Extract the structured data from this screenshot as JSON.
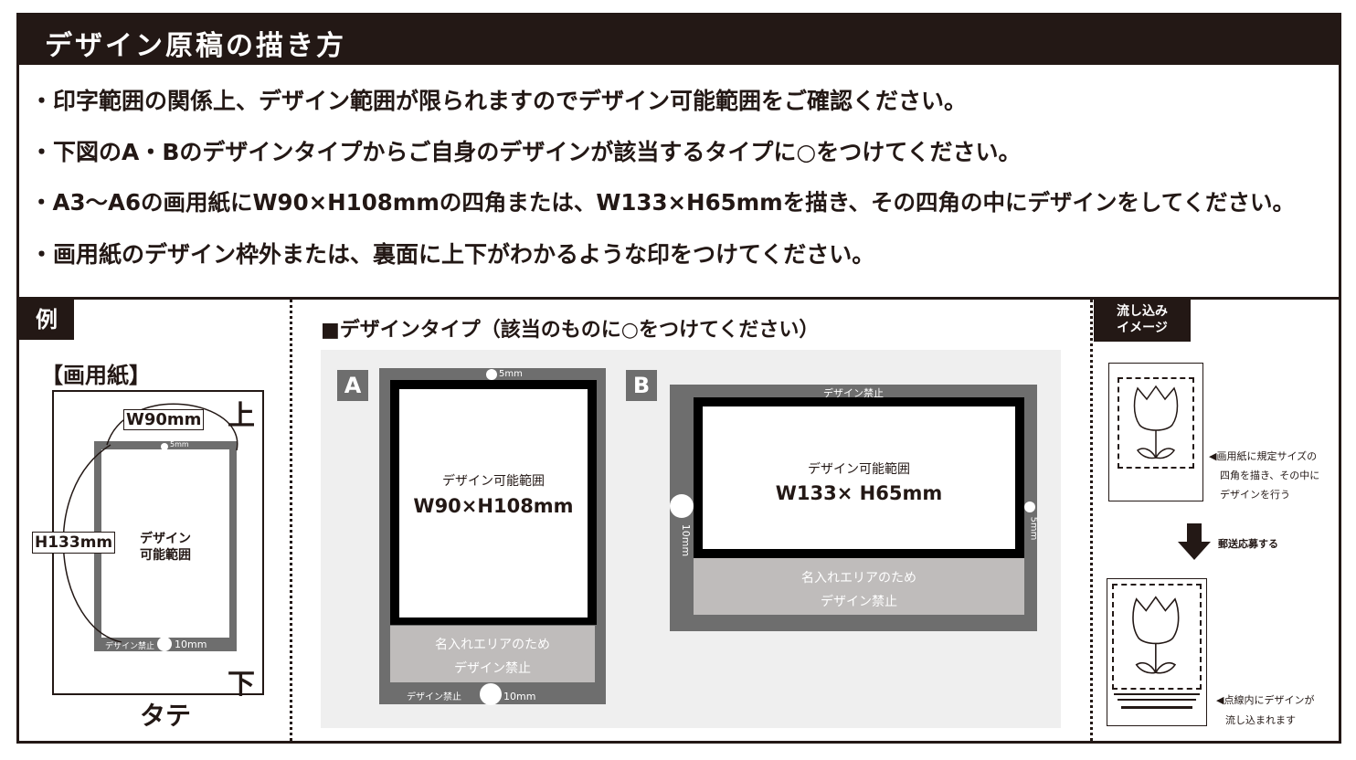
{
  "header": {
    "title": "デザイン原稿の描き方"
  },
  "instructions": [
    "・印字範囲の関係上、デザイン範囲が限られますのでデザイン可能範囲をご確認ください。",
    "・下図のA・Bのデザインタイプからご自身のデザインが該当するタイプに○をつけてください。",
    "・A3〜A6の画用紙にW90×H108mmの四角または、W133×H65mmを描き、その四角の中にデザインをしてください。",
    "・画用紙のデザイン枠外または、裏面に上下がわかるような印をつけてください。"
  ],
  "example": {
    "tag": "例",
    "paper_label": "【画用紙】",
    "width_label": "W90mm",
    "height_label": "H133mm",
    "top_mark": "上",
    "bottom_mark": "下",
    "top_margin": "5mm",
    "area_label_line1": "デザイン",
    "area_label_line2": "可能範囲",
    "forbidden": "デザイン禁止",
    "bottom_margin": "10mm",
    "orientation": "タテ"
  },
  "types": {
    "heading": "■デザインタイプ（該当のものに○をつけてください）",
    "a": {
      "letter": "A",
      "top_margin": "5mm",
      "area_label": "デザイン可能範囲",
      "size": "W90×H108mm",
      "name_line1": "名入れエリアのため",
      "name_line2": "デザイン禁止",
      "forbidden": "デザイン禁止",
      "bottom_margin": "10mm"
    },
    "b": {
      "letter": "B",
      "forbidden_top": "デザイン禁止",
      "area_label": "デザイン可能範囲",
      "size": "W133× H65mm",
      "left_margin": "10mm",
      "right_margin": "5mm",
      "name_line1": "名入れエリアのため",
      "name_line2": "デザイン禁止"
    }
  },
  "flow": {
    "tag_line1": "流し込み",
    "tag_line2": "イメージ",
    "step1_line1": "◀画用紙に規定サイズの",
    "step1_line2": "四角を描き、その中に",
    "step1_line3": "デザインを行う",
    "mail_label": "郵送応募する",
    "step2_line1": "◀点線内にデザインが",
    "step2_line2": "流し込まれます"
  },
  "colors": {
    "dark": "#231815",
    "gray": "#6e6e6e",
    "light_gray": "#bfbcbb",
    "panel": "#efefef"
  }
}
